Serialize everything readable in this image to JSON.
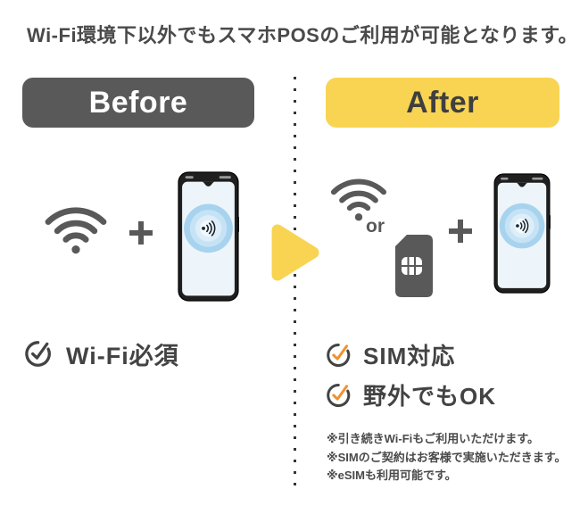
{
  "title": "Wi-Fi環境下以外でもスマホPOSのご利用が可能となります。",
  "before": {
    "header": "Before",
    "check_items": [
      {
        "label": "Wi-Fi必須",
        "check_color": "#434343"
      }
    ]
  },
  "after": {
    "header": "After",
    "or": "or",
    "check_items": [
      {
        "label": "SIM対応",
        "check_color": "#F0922F"
      },
      {
        "label": "野外でもOK",
        "check_color": "#F0922F"
      }
    ],
    "notes": [
      "※引き続きWi-Fiもご利用いただけます。",
      "※SIMのご契約はお客様で実施いただきます。",
      "※eSIMも利用可能です。"
    ]
  },
  "icons": {
    "wifi": "wifi-icon",
    "plus": "plus-icon",
    "phone": "smartphone-contactless-icon",
    "sim": "sim-card-icon",
    "arrow": "right-arrow-triangle-icon",
    "check": "check-circle-icon"
  },
  "colors": {
    "dark_gray": "#595959",
    "text_dark": "#4a4a4a",
    "accent_yellow": "#F8D452",
    "accent_orange": "#F0922F",
    "phone_screen": "#edf5fb",
    "ring_blue": "#a8d3ee",
    "dot_line": "#343434"
  }
}
